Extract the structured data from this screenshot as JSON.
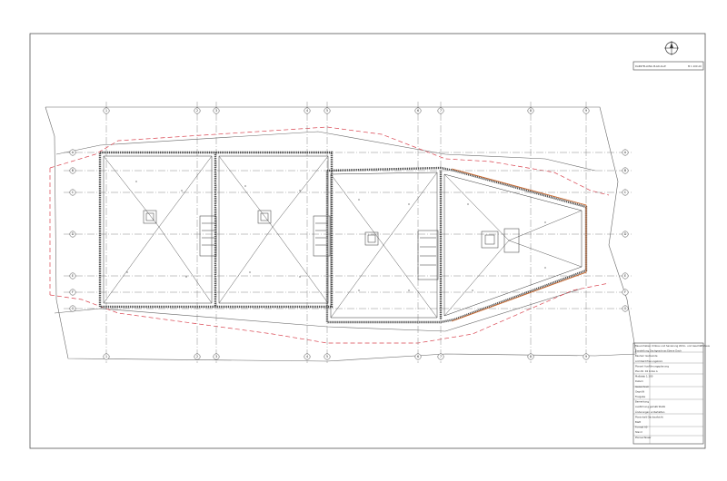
{
  "drawing": {
    "north_symbol": "north-arrow-icon",
    "header_left": "DARSTELLUNG PLAN ALLE",
    "header_right": "M 1:100 A0",
    "grid_columns": [
      "1",
      "2",
      "3",
      "4",
      "5",
      "6",
      "7",
      "8",
      "9"
    ],
    "grid_rows": [
      "A",
      "B",
      "C",
      "D",
      "E",
      "F",
      "G"
    ]
  },
  "title_block": {
    "rows": [
      "Bauvorhaben Umbau und Sanierung Wohn- und Geschäftshaus",
      "Darstellung Dachgeschoss Ebene Dach",
      "Bauherr Gemeinde",
      "Architekt Planungsbüro",
      "Planart Ausführungsplanung",
      "Plan Nr. 04 Index A",
      "Maßstab 1:100",
      "Datum",
      "Gezeichnet",
      "Geprüft",
      "Freigabe",
      "Bemerkung",
      "Ausführung gemäß Statik",
      "Änderungen vorbehalten",
      "Planinhalt Dachaufsicht",
      "Blatt",
      "Format A0",
      "Stand",
      "Planverfasser"
    ]
  },
  "colors": {
    "line": "#4a4a4a",
    "red": "#d9434f",
    "orange": "#c8652a",
    "hatch": "#8a8a8a"
  }
}
